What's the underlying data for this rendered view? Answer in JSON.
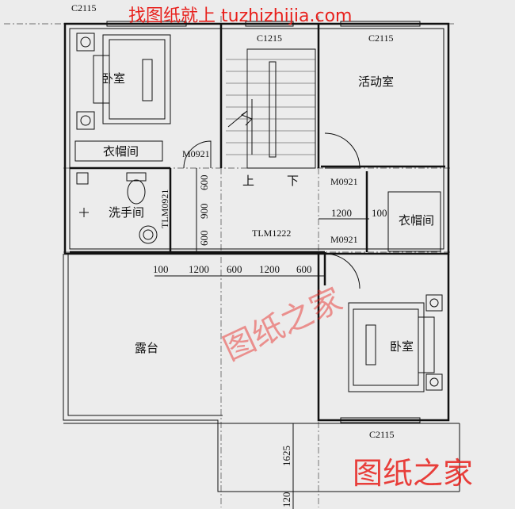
{
  "watermark_top": "找图纸就上 tuzhizhijia.com",
  "watermark_center": "图纸之家",
  "watermark_bottom": "图纸之家",
  "colors": {
    "watermark": "#e8201c",
    "lines": "#111111",
    "background": "#ececec"
  },
  "rooms": {
    "bedroom_left": "卧室",
    "closet_left": "衣帽间",
    "bathroom": "洗手间",
    "activity_room": "活动室",
    "closet_right": "衣帽间",
    "bedroom_right": "卧室",
    "terrace": "露台"
  },
  "stairs": {
    "up": "上",
    "down": "下"
  },
  "openings": {
    "window_top_left": "C2115",
    "window_top_mid": "C1215",
    "window_top_right": "C2115",
    "window_bottom_right": "C2115",
    "door_bedroom_left": "M0921",
    "door_bathroom": "TLM0921",
    "door_activity": "M0921",
    "door_closet_right": "M0921",
    "door_terrace": "TLM1222"
  },
  "dimensions": {
    "v_600_top": "600",
    "v_900": "900",
    "v_600_bottom": "600",
    "h_1200_right": "1200",
    "h_100_right": "100",
    "row": [
      "100",
      "1200",
      "600",
      "1200",
      "600"
    ],
    "v_1625": "1625",
    "v_120": "120"
  }
}
